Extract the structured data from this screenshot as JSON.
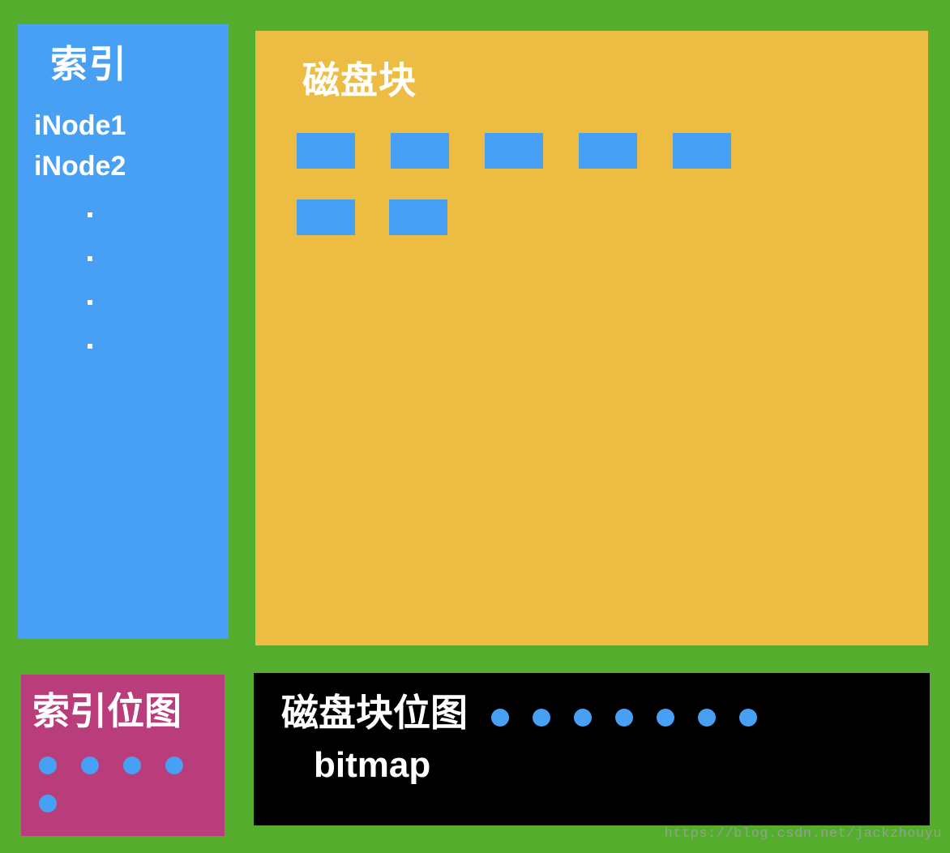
{
  "colors": {
    "background": "#55ad2d",
    "accent_blue": "#47a0f3",
    "disk_panel_yellow": "#edbc42",
    "index_bitmap_pink": "#b93d7b",
    "disk_bitmap_black": "#000000",
    "text_white": "#ffffff",
    "watermark_gray": "#9e9e9e"
  },
  "index_panel": {
    "title": "索引",
    "items": [
      {
        "label": "iNode1"
      },
      {
        "label": "iNode2"
      }
    ],
    "ellipsis_dot_count": 4
  },
  "disk_panel": {
    "title": "磁盘块",
    "block_rows": {
      "row1": 5,
      "row2": 2
    }
  },
  "index_bitmap_panel": {
    "title": "索引位图",
    "dot_rows": {
      "row1": 4,
      "row2": 1
    }
  },
  "disk_bitmap_panel": {
    "title": "磁盘块位图",
    "subtitle": "bitmap",
    "dot_count": 7
  },
  "watermark": {
    "text": "https://blog.csdn.net/jackzhouyu"
  }
}
